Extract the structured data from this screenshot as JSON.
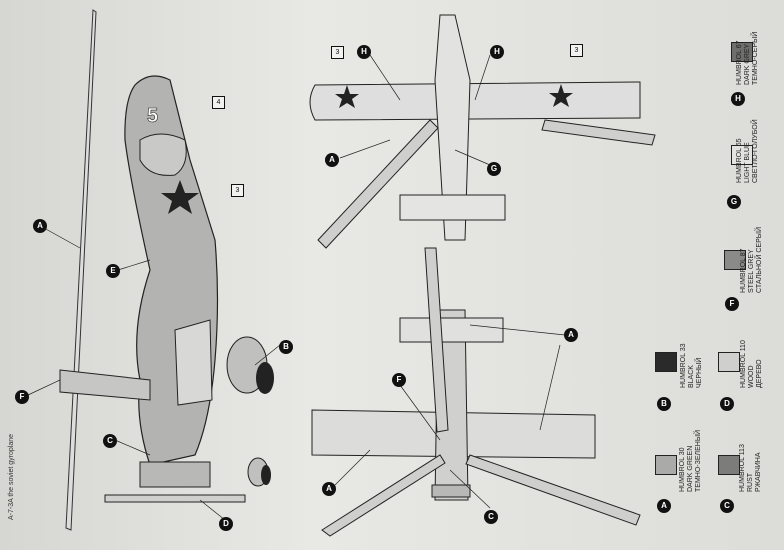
{
  "caption": "A-7-3A the soviet gyroplane",
  "side_number": "5",
  "paints": [
    {
      "id": "H",
      "brand": "HUMBROL 67",
      "name_en": "DARK GREY",
      "name_ru": "ТЕМНО-СЕРЫЙ",
      "color": "#6e6e6c"
    },
    {
      "id": "G",
      "brand": "HUMBROL 65",
      "name_en": "LIGHT BLUE",
      "name_ru": "СВЕТЛО-ГОЛУБОЙ",
      "color": "#e3e3e1"
    },
    {
      "id": "F",
      "brand": "HUMBROL 87",
      "name_en": "STEEL GREY",
      "name_ru": "СТАЛЬНОЙ СЕРЫЙ",
      "color": "#8a8a88"
    },
    {
      "id": "B",
      "brand": "HUMBROL 33",
      "name_en": "BLACK",
      "name_ru": "ЧЕРНЫЙ",
      "color": "#2a2a2a"
    },
    {
      "id": "D",
      "brand": "HUMBROL 110",
      "name_en": "WOOD",
      "name_ru": "ДЕРЕВО",
      "color": "#cfcfcd"
    },
    {
      "id": "A",
      "brand": "HUMBROL 30",
      "name_en": "DARK GREEN",
      "name_ru": "ТЕМНО-ЗЕЛЕНЫЙ",
      "color": "#aaaaa8"
    },
    {
      "id": "C",
      "brand": "HUMBROL 113",
      "name_en": "RUST",
      "name_ru": "РЖАВЧИНА",
      "color": "#7c7c7a"
    }
  ],
  "decals": [
    "3",
    "4",
    "3",
    "3"
  ],
  "callouts": [
    "A",
    "E",
    "F",
    "C",
    "B",
    "D",
    "H",
    "H",
    "G",
    "A",
    "F",
    "A",
    "C",
    "A"
  ]
}
